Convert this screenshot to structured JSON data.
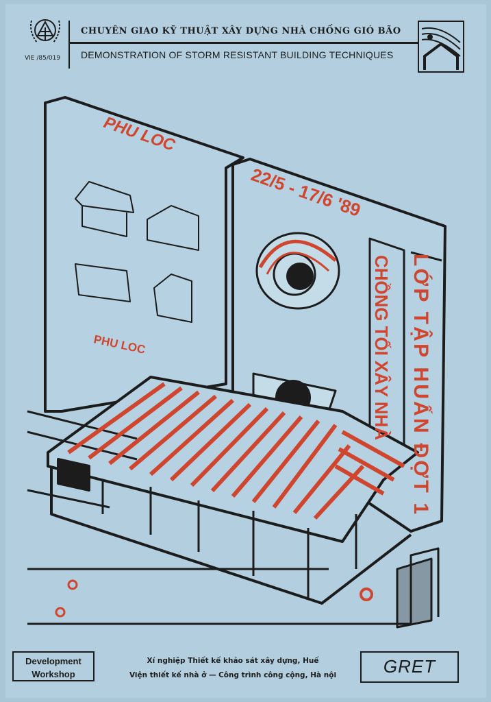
{
  "header": {
    "title_vn": "CHUYÊN GIAO KỸ THUẬT XÂY DỰNG NHÀ CHỐNG GIÓ BÃO",
    "title_en": "DEMONSTRATION OF STORM RESISTANT BUILDING TECHNIQUES",
    "code": "VIE /85/019"
  },
  "illustration": {
    "left_panel_title": "PHU LOC",
    "left_panel_subtitle": "PHU LOC",
    "dates": "22/5 - 17/6 '89",
    "vertical_slogan": "CHỒNG TỐI XÂY NHÀ",
    "vertical_course": "LỚP TẬP HUẤN ĐỢT 1"
  },
  "footer": {
    "org_left_line1": "Development",
    "org_left_line2": "Workshop",
    "credit_line1": "Xí nghiệp Thiết kế khảo sát xây dựng, Huế",
    "credit_line2": "Viện thiết kế nhà ở — Công trình công cộng, Hà nội",
    "org_right": "GRET"
  },
  "colors": {
    "background": "#b3cfdf",
    "ink": "#1c1c1c",
    "accent_red": "#d0452e"
  }
}
